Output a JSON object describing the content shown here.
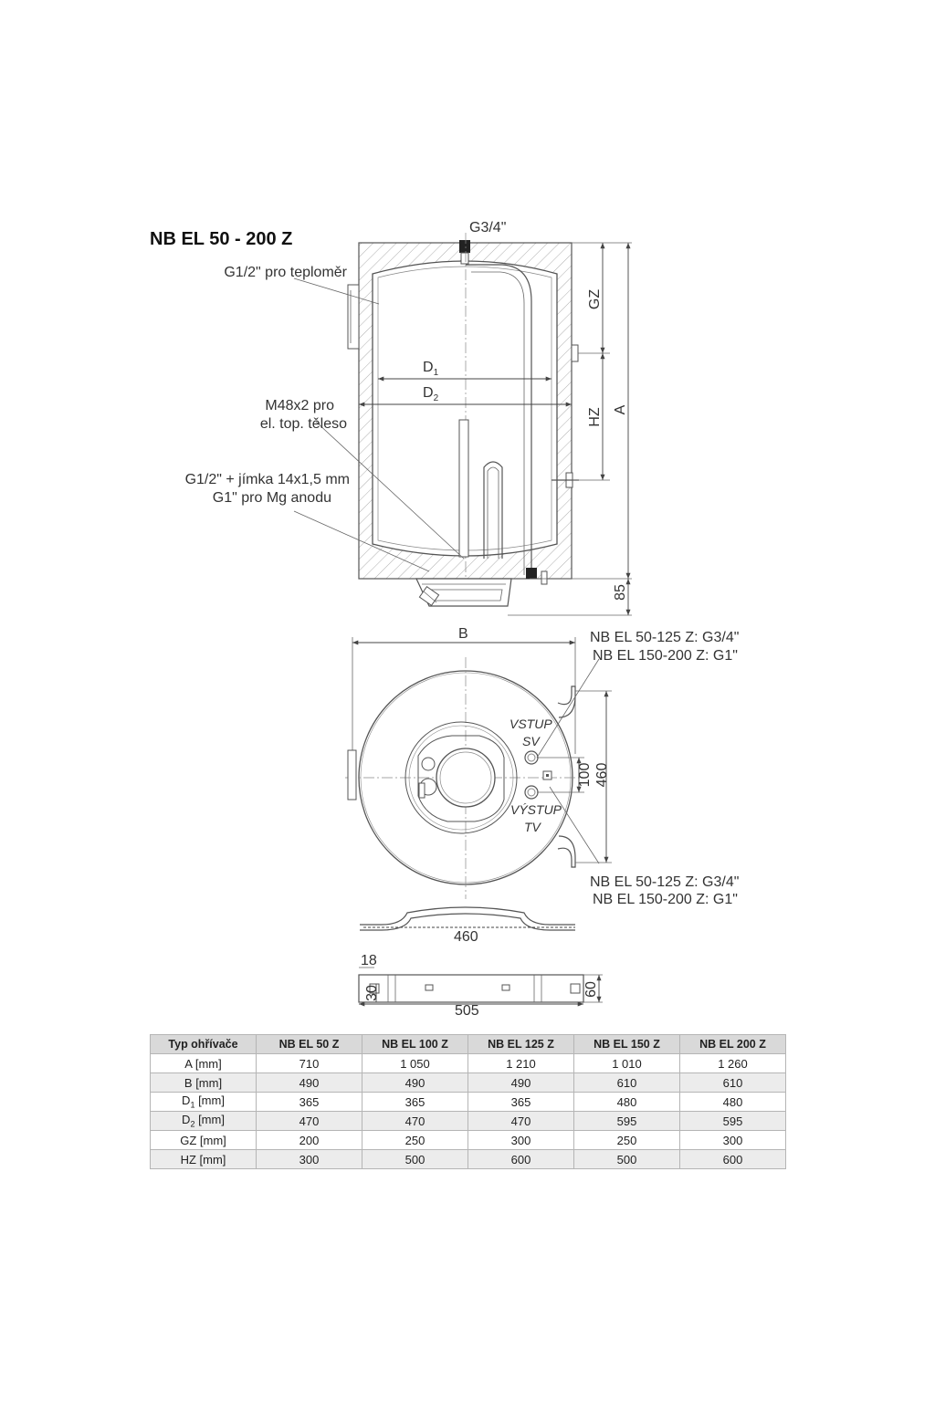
{
  "title": "NB EL 50 - 200 Z",
  "labels": {
    "top_connection": "G3/4\"",
    "thermometer": "G1/2\" pro teploměr",
    "d1_letter": "D",
    "d1_sub": "1",
    "d2_letter": "D",
    "d2_sub": "2",
    "heater_line1": "M48x2 pro",
    "heater_line2": "el. top. těleso",
    "anode_line1": "G1/2\" + jímka 14x1,5 mm",
    "anode_line2": "G1\" pro Mg anodu",
    "gz": "GZ",
    "hz": "HZ",
    "a": "A",
    "dim_85": "85",
    "b": "B",
    "conn_top_line1": "NB EL 50-125 Z: G3/4\"",
    "conn_top_line2": "NB EL 150-200 Z: G1\"",
    "vstup_line1": "VSTUP",
    "vstup_line2": "SV",
    "vystup_line1": "VÝSTUP",
    "vystup_line2": "TV",
    "dim_100": "100",
    "dim_460_v": "460",
    "conn_bot_line1": "NB EL 50-125 Z: G3/4\"",
    "conn_bot_line2": "NB EL 150-200 Z: G1\"",
    "bracket_460": "460",
    "dim_18": "18",
    "dim_30": "30",
    "dim_60": "60",
    "dim_505": "505"
  },
  "table": {
    "headers": [
      "Typ ohřívače",
      "NB EL 50 Z",
      "NB EL 100 Z",
      "NB EL 125 Z",
      "NB EL 150 Z",
      "NB EL 200 Z"
    ],
    "rows": [
      {
        "label": "A [mm]",
        "values": [
          "710",
          "1 050",
          "1 210",
          "1 010",
          "1 260"
        ]
      },
      {
        "label": "B [mm]",
        "values": [
          "490",
          "490",
          "490",
          "610",
          "610"
        ]
      },
      {
        "label_main": "D",
        "label_sub": "1",
        "label_tail": " [mm]",
        "values": [
          "365",
          "365",
          "365",
          "480",
          "480"
        ]
      },
      {
        "label_main": "D",
        "label_sub": "2",
        "label_tail": " [mm]",
        "values": [
          "470",
          "470",
          "470",
          "595",
          "595"
        ]
      },
      {
        "label": "GZ [mm]",
        "values": [
          "200",
          "250",
          "300",
          "250",
          "300"
        ]
      },
      {
        "label": "HZ [mm]",
        "values": [
          "300",
          "500",
          "600",
          "500",
          "600"
        ]
      }
    ]
  }
}
